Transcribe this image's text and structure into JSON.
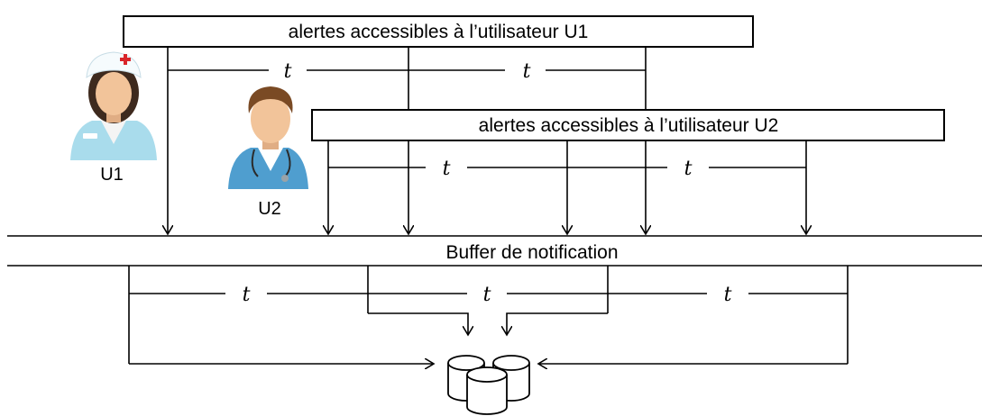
{
  "boxes": {
    "u1_alerts": "alertes accessibles à l’utilisateur U1",
    "u2_alerts": "alertes accessibles à l’utilisateur U2",
    "buffer": "Buffer de notification"
  },
  "users": {
    "u1": {
      "label": "U1",
      "icon": "nurse-icon"
    },
    "u2": {
      "label": "U2",
      "icon": "doctor-icon"
    }
  },
  "interval_symbol": "t",
  "database_icon": "database-cluster-icon",
  "colors": {
    "line": "#000000",
    "nurse_scrubs": "#a9dcec",
    "doctor_scrubs": "#4f9ecf",
    "skin": "#f2c49a",
    "medical_cross": "#d9262b"
  }
}
